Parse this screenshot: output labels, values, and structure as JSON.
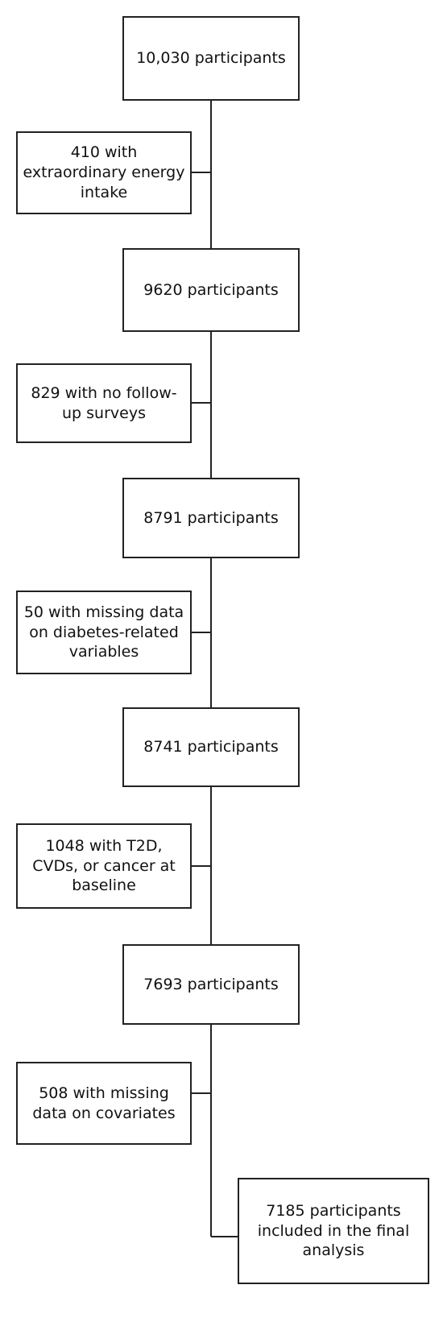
{
  "flow": {
    "steps": [
      "10,030 participants",
      "9620 participants",
      "8791 participants",
      "8741 participants",
      "7693 participants"
    ],
    "exclusions": [
      "410 with\nextraordinary energy\nintake",
      "829 with no follow-\nup surveys",
      "50 with missing data\non diabetes-related\nvariables",
      "1048 with T2D,\nCVDs, or cancer at\nbaseline",
      "508 with missing\ndata on covariates"
    ],
    "final": "7185 participants\nincluded in the final\nanalysis"
  }
}
